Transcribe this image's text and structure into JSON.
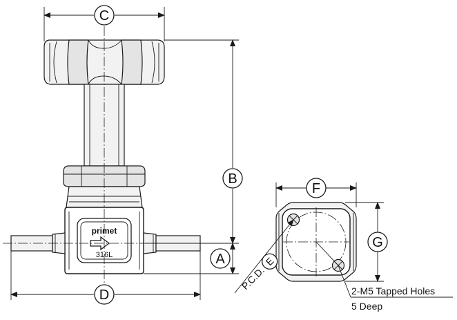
{
  "dimensions": {
    "A": "A",
    "B": "B",
    "C": "C",
    "D": "D",
    "E": "E",
    "F": "F",
    "G": "G"
  },
  "labels": {
    "pcd": "P.C.D.",
    "tapped_holes": "2-M5 Tapped Holes",
    "depth": "5 Deep",
    "brand": "primet",
    "material": "316L"
  }
}
